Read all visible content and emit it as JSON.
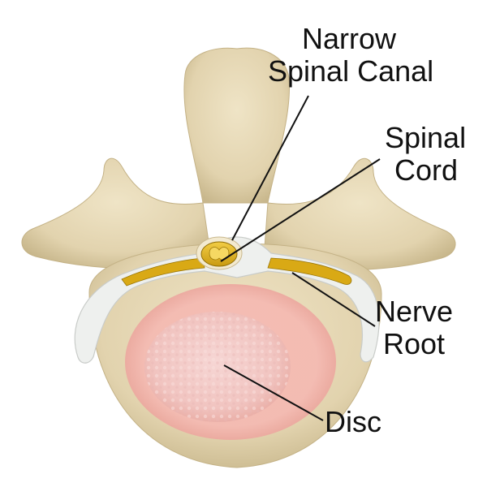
{
  "labels": {
    "narrow_canal": [
      "Narrow",
      "Spinal Canal"
    ],
    "spinal_cord": [
      "Spinal",
      "Cord"
    ],
    "nerve_root": [
      "Nerve",
      "Root"
    ],
    "disc": "Disc"
  },
  "colors": {
    "bone": "#e6d9b8",
    "bone_shadow": "#c9b88e",
    "disc_outer": "#f2b5ad",
    "disc_inner": "#f3c9c6",
    "cord": "#e8b91c",
    "ligament": "#eef0ee",
    "leader_line": "#111111"
  }
}
